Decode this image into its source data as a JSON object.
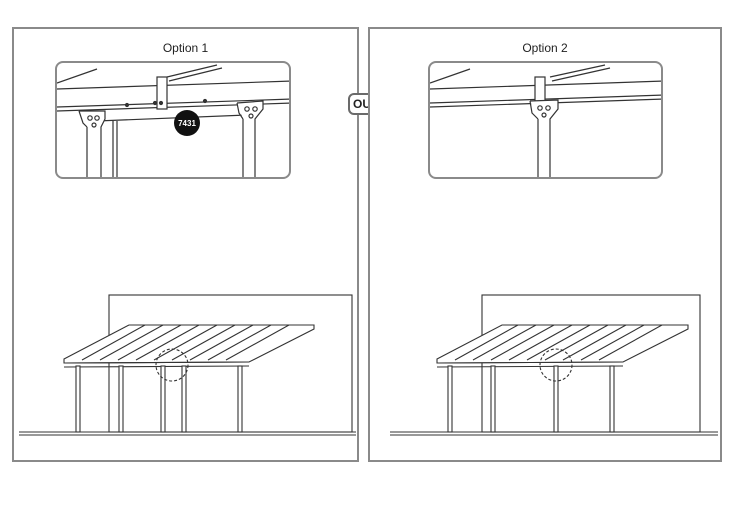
{
  "options": [
    {
      "title": "Option 1",
      "part_number": "7431"
    },
    {
      "title": "Option 2"
    }
  ],
  "separator": {
    "label": "OU"
  },
  "colors": {
    "frame": "#8a8a8a",
    "line": "#333333",
    "badge": "#111111"
  }
}
